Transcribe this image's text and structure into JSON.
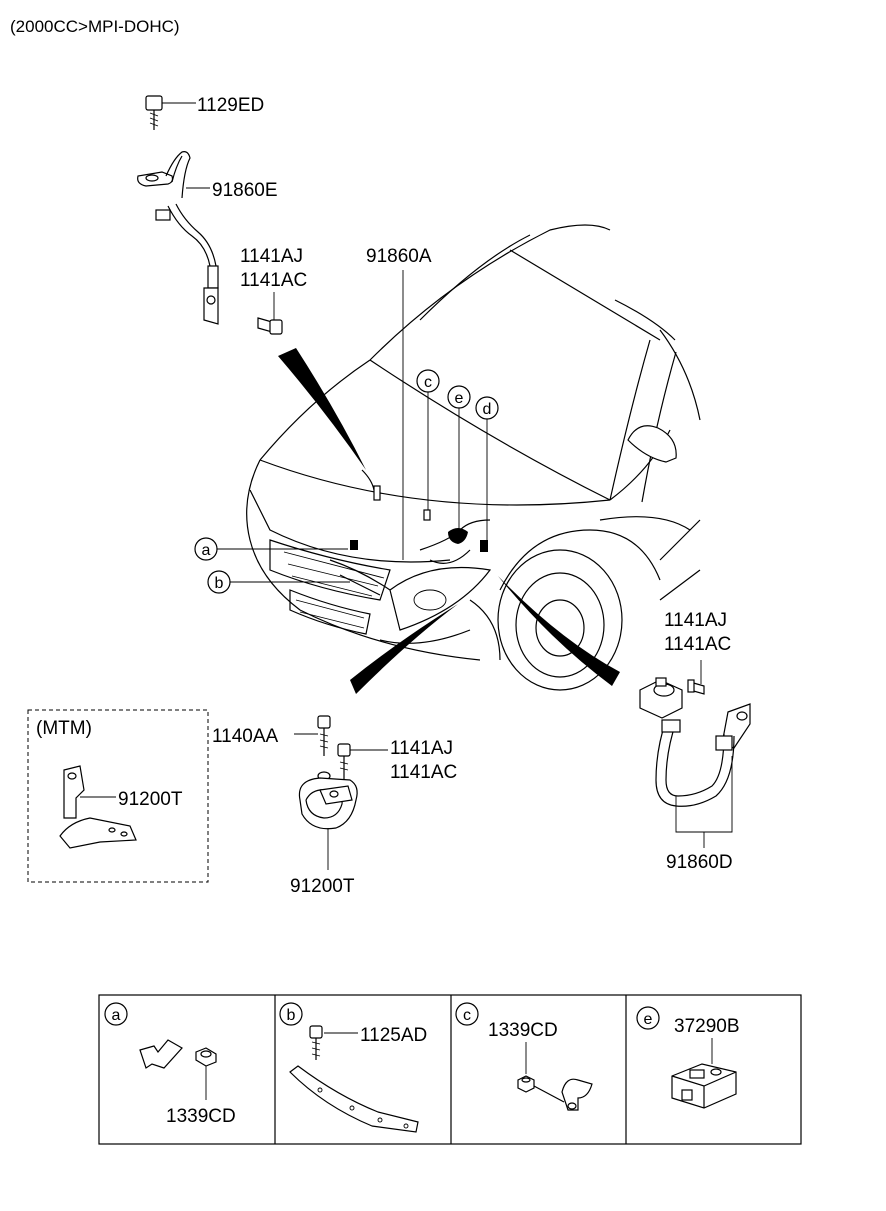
{
  "header": {
    "engine_spec": "(2000CC>MPI-DOHC)"
  },
  "labels": {
    "p_1129ED": "1129ED",
    "p_91860E": "91860E",
    "p_1141AJ_top": "1141AJ",
    "p_1141AC_top": "1141AC",
    "p_91860A": "91860A",
    "p_1141AJ_right": "1141AJ",
    "p_1141AC_right": "1141AC",
    "p_91860D": "91860D",
    "mtm_title": "(MTM)",
    "p_91200T_mtm": "91200T",
    "p_1140AA": "1140AA",
    "p_1141AJ_mid": "1141AJ",
    "p_1141AC_mid": "1141AC",
    "p_91200T": "91200T"
  },
  "callouts": {
    "a": "a",
    "b": "b",
    "c": "c",
    "d": "d",
    "e": "e"
  },
  "detail_table": {
    "cells": [
      {
        "letter": "a",
        "part": "1339CD"
      },
      {
        "letter": "b",
        "part": "1125AD"
      },
      {
        "letter": "c",
        "part": "1339CD"
      },
      {
        "letter": "e",
        "part": "37290B"
      }
    ]
  }
}
